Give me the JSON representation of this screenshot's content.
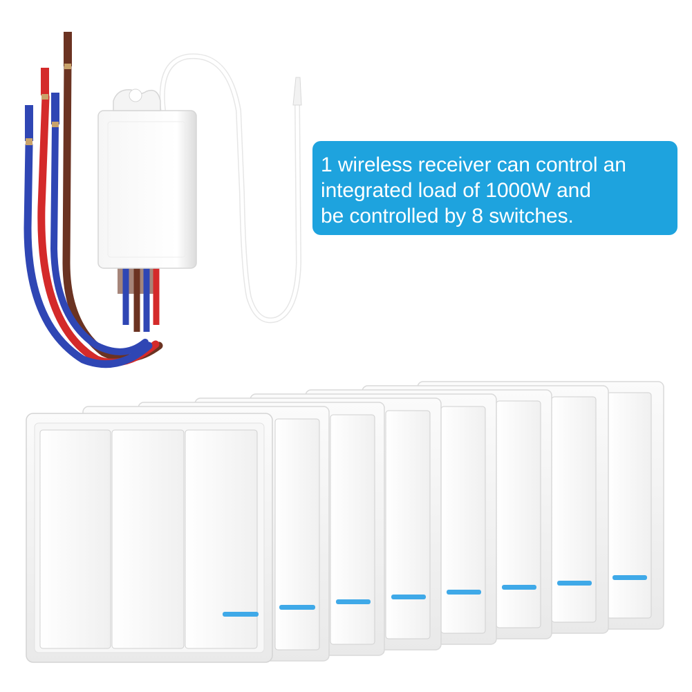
{
  "callout": {
    "lines": [
      "1 wireless receiver can control an",
      "integrated load of 1000W and",
      "be controlled by 8 switches."
    ]
  },
  "colors": {
    "callout_background": "#1ea3de",
    "indicator_light": "#3fa9e8",
    "wire_red": "#d42a2a",
    "wire_blue": "#2f46b4",
    "wire_brown": "#6b3322"
  },
  "product": {
    "receiver_count": 1,
    "switch_count": 8
  }
}
